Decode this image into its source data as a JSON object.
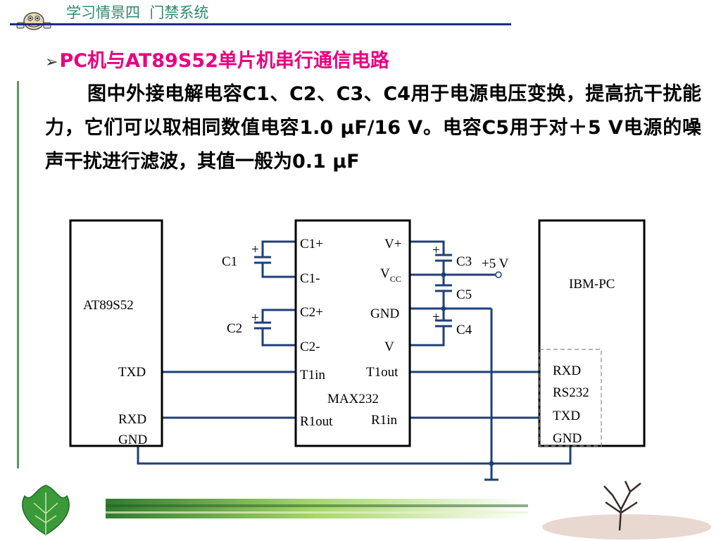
{
  "header": {
    "title": "学习情景四  门禁系统"
  },
  "heading": {
    "arrow": "➢",
    "text": "PC机与AT89S52单片机串行通信电路"
  },
  "paragraph": {
    "text": "图中外接电解电容C1、C2、C3、C4用于电源电压变换，提高抗干扰能力，它们可以取相同数值电容1.0 μF/16 V。电容C5用于对＋5 V电源的噪声干扰进行滤波，其值一般为0.1 μF"
  },
  "diagram": {
    "at89s52": {
      "name": "AT89S52",
      "pins": {
        "txd": "TXD",
        "rxd": "RXD",
        "gnd": "GND"
      }
    },
    "max232": {
      "name": "MAX232",
      "left_pins": {
        "c1p": "C1+",
        "c1m": "C1-",
        "c2p": "C2+",
        "c2m": "C2-",
        "t1in": "T1in",
        "r1out": "R1out"
      },
      "right_pins": {
        "vp": "V+",
        "vcc": "V",
        "vcc_sub": "CC",
        "gnd": "GND",
        "vm": "V",
        "t1out": "T1out",
        "r1in": "R1in"
      }
    },
    "ibmpc": {
      "name": "IBM-PC",
      "pins": {
        "rxd": "RXD",
        "rs232": "RS232",
        "txd": "TXD",
        "gnd": "GND"
      }
    },
    "capacitors": {
      "c1": "C1",
      "c2": "C2",
      "c3": "C3",
      "c4": "C4",
      "c5": "C5"
    },
    "supply": "+5 V",
    "plus": "+"
  },
  "colors": {
    "header_text": "#2e8a6b",
    "header_line": "#1f2a8c",
    "heading": "#e8007f",
    "wire": "#1f3f7a"
  }
}
